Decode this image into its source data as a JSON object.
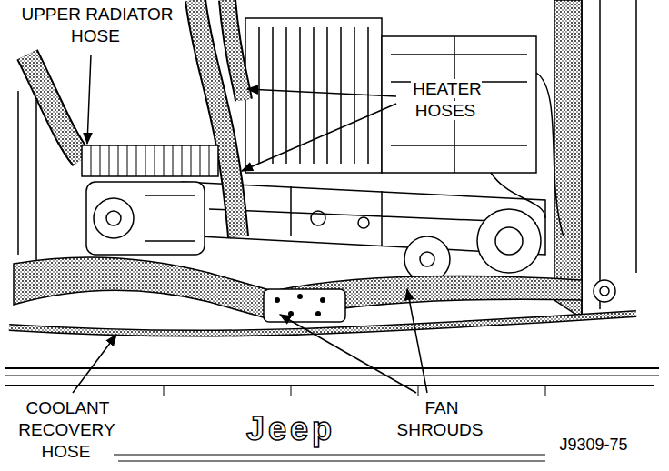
{
  "diagram": {
    "labels": [
      "UPPER RADIATOR HOSE",
      "HEATER HOSES",
      "COOLANT RECOVERY HOSE",
      "FAN SHROUDS",
      "Jeep",
      "J9309-75"
    ]
  }
}
